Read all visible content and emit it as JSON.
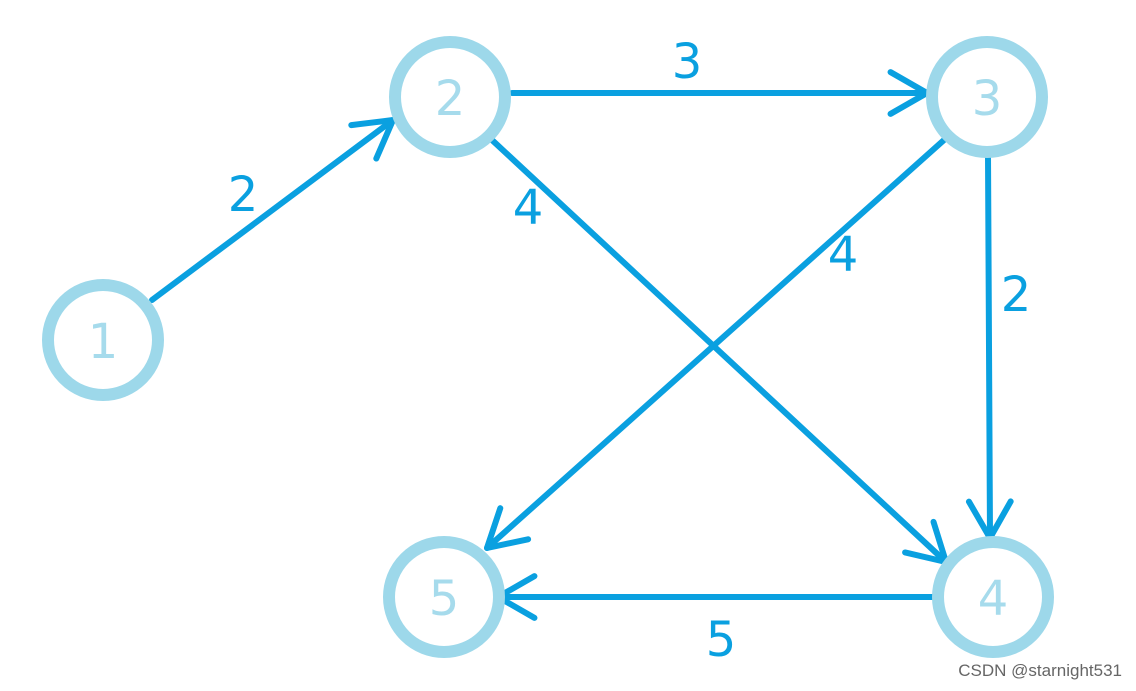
{
  "watermark": "CSDN @starnight531",
  "colors": {
    "node_ring": "#9dd8ea",
    "node_label": "#a6dbec",
    "edge": "#0aa0e0"
  },
  "nodes": [
    {
      "id": "1",
      "label": "1"
    },
    {
      "id": "2",
      "label": "2"
    },
    {
      "id": "3",
      "label": "3"
    },
    {
      "id": "4",
      "label": "4"
    },
    {
      "id": "5",
      "label": "5"
    }
  ],
  "edges": [
    {
      "from": "1",
      "to": "2",
      "weight": "2"
    },
    {
      "from": "2",
      "to": "3",
      "weight": "3"
    },
    {
      "from": "2",
      "to": "4",
      "weight": "4"
    },
    {
      "from": "3",
      "to": "5",
      "weight": "4"
    },
    {
      "from": "3",
      "to": "4",
      "weight": "2"
    },
    {
      "from": "4",
      "to": "5",
      "weight": "5"
    }
  ]
}
